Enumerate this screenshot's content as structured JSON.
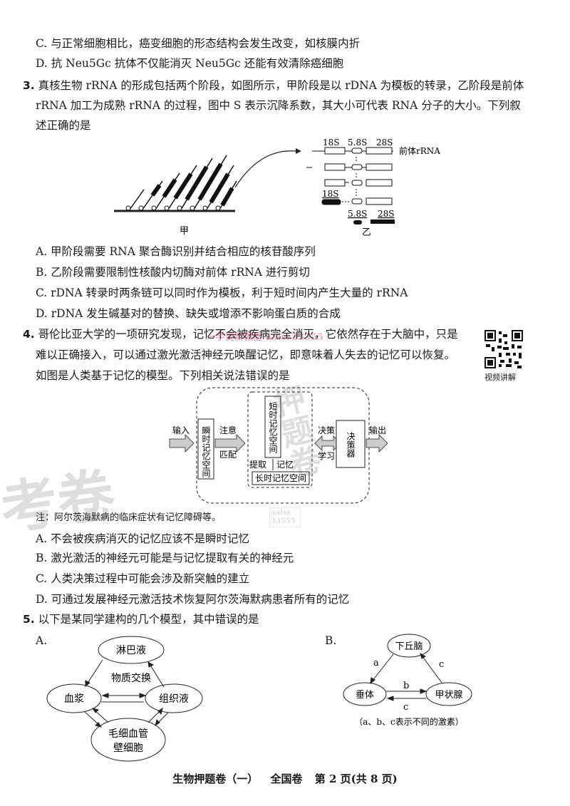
{
  "q2": {
    "option_c": "C. 与正常细胞相比，癌变细胞的形态结构会发生改变，如核膜内折",
    "option_d": "D. 抗 Neu5Gc 抗体不仅能消灭 Neu5Gc 还能有效清除癌细胞"
  },
  "q3": {
    "number": "3.",
    "stem_line1": "真核生物 rRNA 的形成包括两个阶段，如图所示，甲阶段是以 rDNA 为模板的转录，乙阶段是前体",
    "stem_line2": "rRNA 加工为成熟 rRNA 的过程，图中 S 表示沉降系数，其大小可代表 RNA 分子的大小。下列叙",
    "stem_line3": "述正确的是",
    "figure": {
      "label_jia": "甲",
      "label_yi": "乙",
      "label_18s": "18S",
      "label_58s": "5.8S",
      "label_28s": "28S",
      "label_precursor": "前体rRNA",
      "label_18s_b": "18S",
      "label_58s_b": "5.8S",
      "label_28s_b": "28S"
    },
    "option_a": "A. 甲阶段需要 RNA 聚合酶识别并结合相应的核苷酸序列",
    "option_b": "B. 乙阶段需要限制性核酸内切酶对前体 rRNA 进行剪切",
    "option_c": "C. rDNA 转录时两条链可以同时作为模板，利于短时间内产生大量的 rRNA",
    "option_d": "D. rDNA 发生碱基对的替换、缺失或增添不影响蛋白质的合成"
  },
  "q4": {
    "number": "4.",
    "stem_line1": "哥伦比亚大学的一项研究发现，记忆不会被疾病完全消灭，它依然存在于大脑中，只是",
    "stem_line2": "难以正确接入，可以通过激光激活神经元唤醒记忆，即意味着人失去的记忆可以恢复。",
    "stem_line3": "如图是人类基于记忆的模型。下列相关说法错误的是",
    "qr_label": "视频讲解",
    "figure": {
      "input": "输入",
      "instant_memory": "瞬时记忆空间",
      "attention": "注意",
      "match": "匹配",
      "short_memory": "短时记忆空间",
      "retrieve": "提取",
      "memorize": "记忆",
      "long_memory": "长时记忆空间",
      "decision": "决策",
      "learning": "学习",
      "decider": "决策器",
      "output": "输出"
    },
    "note": "注：阿尔茨海默病的临床症状有记忆障碍等。",
    "option_a": "A. 不会被疾病消灭的记忆应该不是瞬时记忆",
    "option_b": "B. 激光激活的神经元可能是与记忆提取有关的神经元",
    "option_c": "C. 人类决策过程中可能会涉及新突触的建立",
    "option_d": "D. 可通过发展神经元激活技术恢复阿尔茨海默病患者所有的记忆"
  },
  "q5": {
    "number": "5.",
    "stem": "以下是某同学建构的几个模型，其中错误的是",
    "label_a": "A.",
    "label_b": "B.",
    "model_a": {
      "lymph": "淋巴液",
      "exchange": "物质交换",
      "plasma": "血浆",
      "tissue_fluid": "组织液",
      "capillary_line1": "毛细血管",
      "capillary_line2": "壁细胞"
    },
    "model_b": {
      "hypothalamus": "下丘脑",
      "pituitary": "垂体",
      "thyroid": "甲状腺",
      "a": "a",
      "b": "b",
      "c1": "c",
      "c2": "c",
      "note": "（a、b、c表示不同的激素）"
    }
  },
  "footer": {
    "title": "生物押题卷（一）",
    "scope": "全国卷",
    "page": "第 2 页(共 8 页)"
  },
  "watermarks": {
    "center_main": "一手更新微信 aalss33555",
    "left_big": "考卷",
    "side1": "押题卷",
    "small_box": "aalss 33555"
  }
}
